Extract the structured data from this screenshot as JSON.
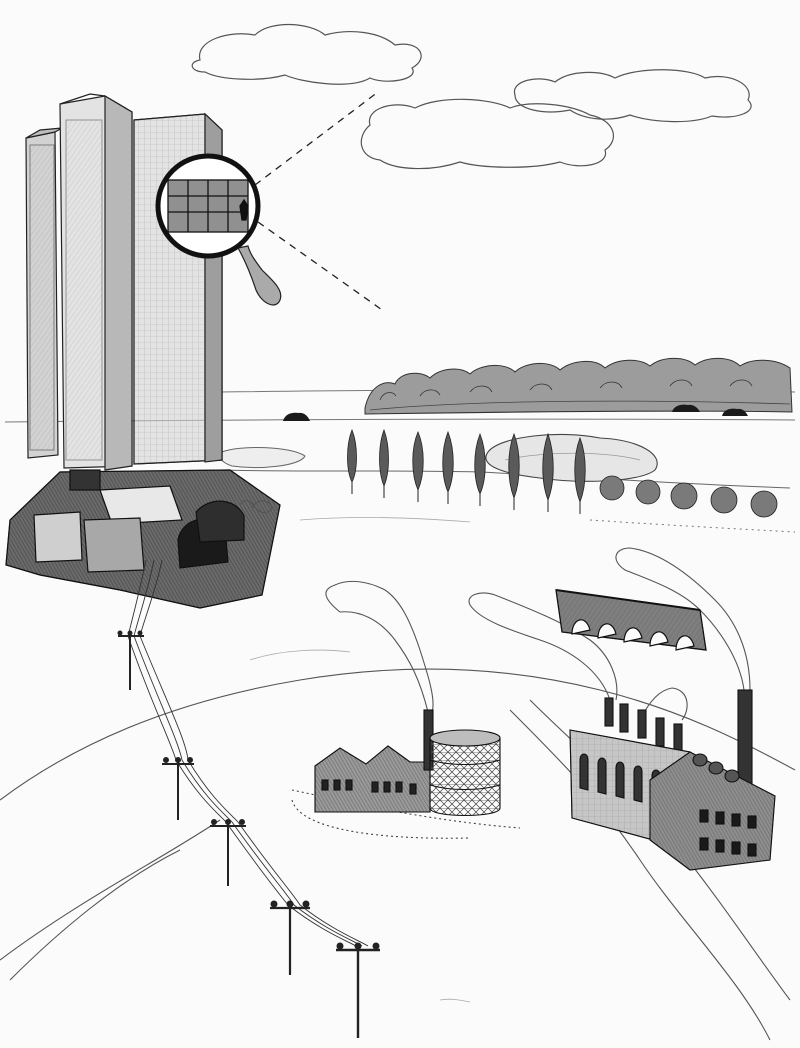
{
  "artwork": {
    "medium": "pencil sketch",
    "palette": {
      "paper": "#fafafa",
      "line": "#333333",
      "shade_light": "#c8c8c8",
      "shade_mid": "#8a8a8a",
      "shade_dark": "#2a2a2a"
    },
    "elements": [
      "clouds",
      "office-towers",
      "magnifying-glass",
      "dashed-sight-lines",
      "horizon-treeline",
      "cars",
      "poplar-row",
      "pond",
      "bunker-tunnels",
      "power-line-poles",
      "river",
      "factory-sheds",
      "gasometer",
      "arched-bridge",
      "smoking-chimneys",
      "big-factory"
    ]
  }
}
